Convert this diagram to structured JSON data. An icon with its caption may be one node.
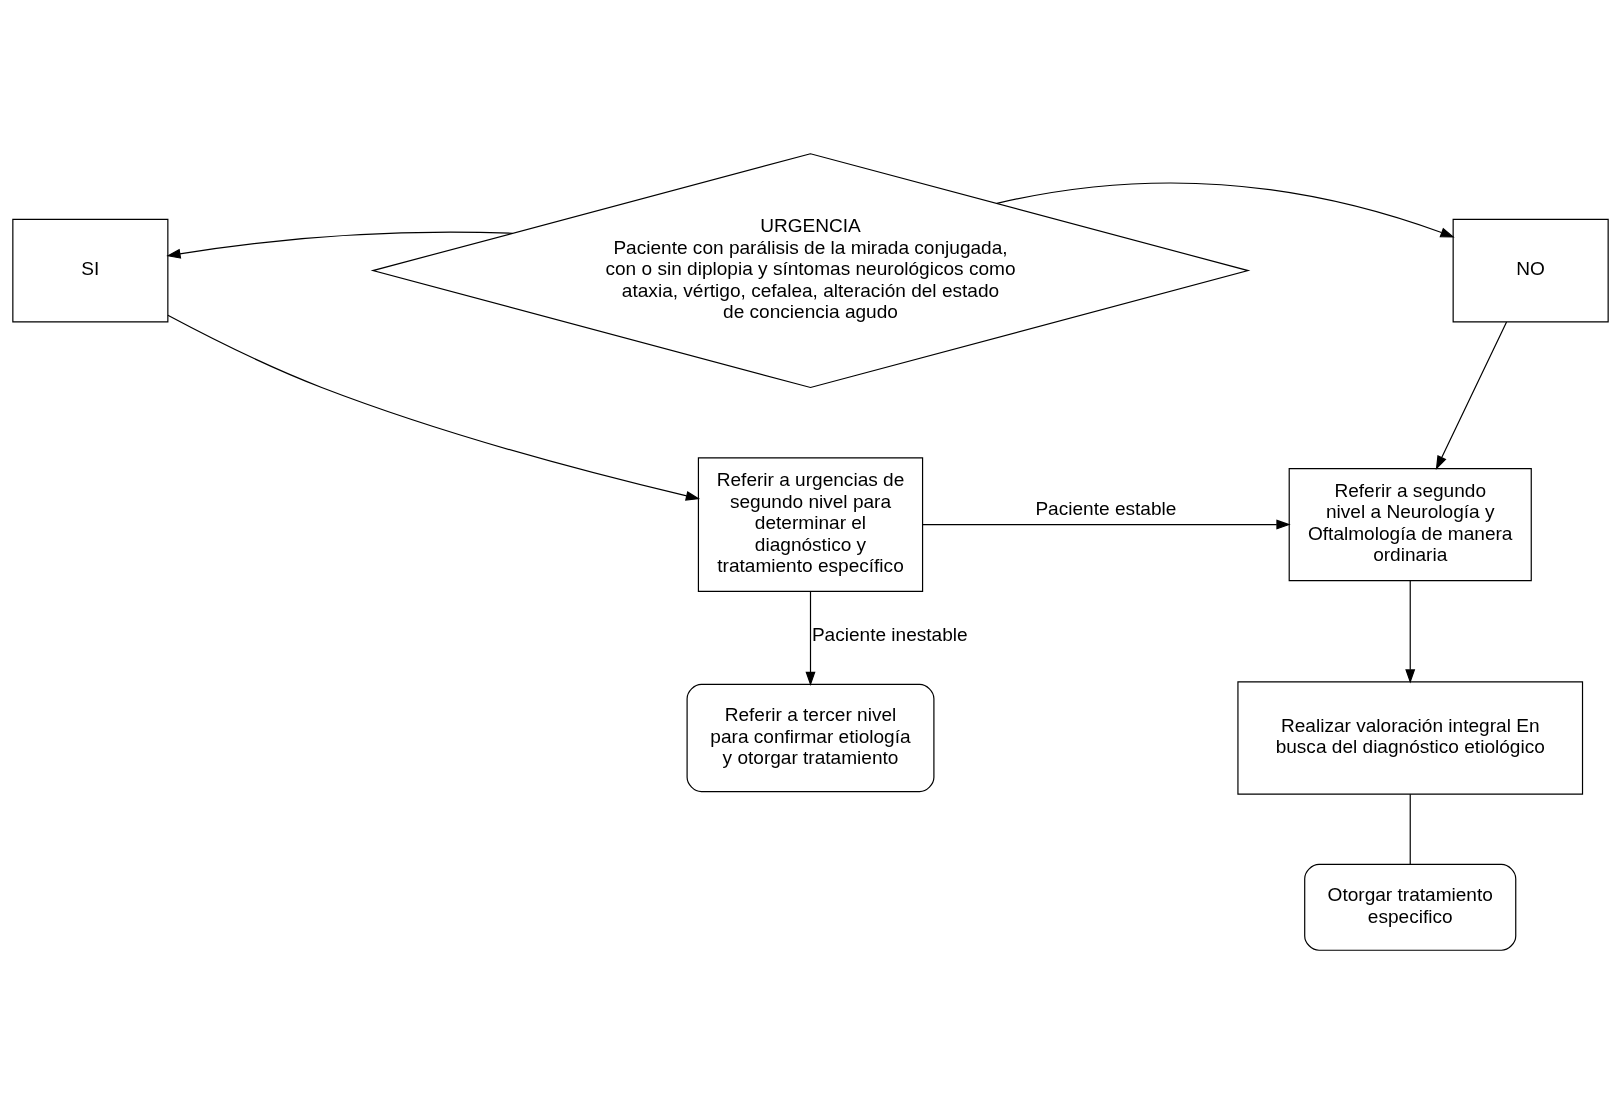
{
  "diagram": {
    "nodes": [
      {
        "text": [
          "URGENCIA",
          "Paciente con parálisis de la mirada conjugada, con o sin diplopia y síntomas neurológicos como ataxia, vértigo, cefalea, alteración del estado de conciencia agudo"
        ]
      },
      {
        "text": [
          "SI"
        ]
      },
      {
        "text": [
          "NO"
        ]
      },
      {
        "text": [
          "Referir a urgencias de segundo nivel para determinar el diagnóstico y tratamiento específico"
        ]
      },
      {
        "text": [
          "Referir a segundo nivel a Neurología y Oftalmología de manera ordinaria"
        ]
      },
      {
        "text": [
          "Referir a tercer nivel para confirmar etiología y otorgar tratamiento"
        ]
      },
      {
        "text": [
          "Realizar valoración integral En busca del diagnóstico etiológico"
        ]
      },
      {
        "text": [
          "Otorgar tratamiento especifico"
        ]
      }
    ],
    "edges": [
      {
        "from": 0,
        "to": 1,
        "arrow": "to"
      },
      {
        "from": 0,
        "to": 2,
        "arrow": "to"
      },
      {
        "from": 1,
        "to": 3,
        "arrow": "to"
      },
      {
        "from": 2,
        "to": 4,
        "arrow": "to"
      },
      {
        "from": 3,
        "to": 4,
        "arrow": "to",
        "label": "Paciente estable"
      },
      {
        "from": 3,
        "to": 5,
        "arrow": "to",
        "label": "Paciente inestable"
      },
      {
        "from": 4,
        "to": 6,
        "arrow": "to"
      },
      {
        "from": 6,
        "to": 7,
        "arrow": "none"
      }
    ]
  }
}
